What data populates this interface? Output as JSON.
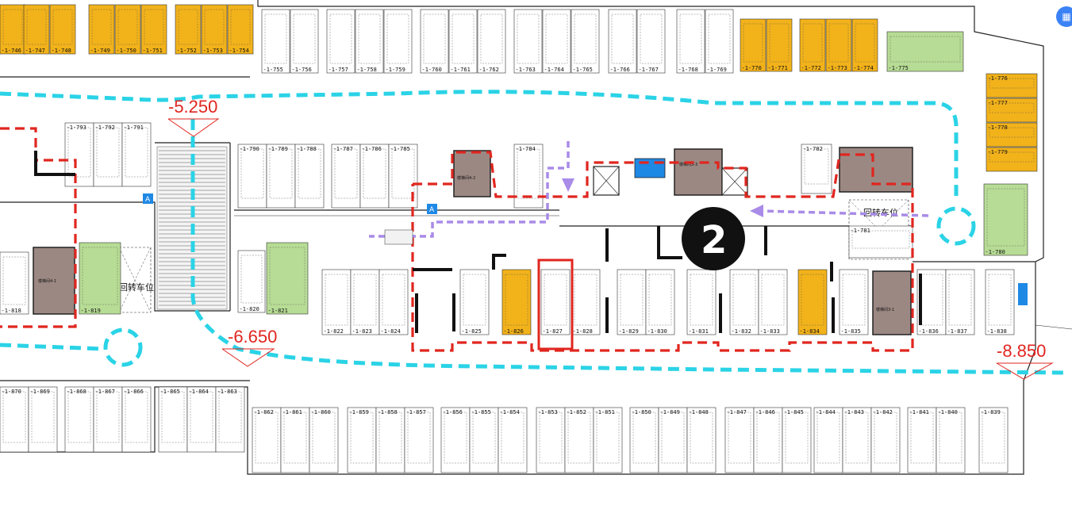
{
  "map": {
    "zone_number": "2",
    "elevations": [
      "-5.250",
      "-6.650",
      "-8.850"
    ],
    "zone_labels": {
      "turnaround_left": "回转车位",
      "turnaround_right": "回转车位"
    },
    "icons": [
      "accessible-parking-icon",
      "accessible-marker-icon"
    ],
    "colors": {
      "ordinary_space": "#ffffff",
      "sub_space": "#f2b21a",
      "accessible_space": "#b7dc95",
      "core": "#9c8883",
      "route_cyan": "#2bd3e6",
      "boundary_red": "#e0261f",
      "highlight_red": "#e0261f",
      "flow_purple": "#a98be8",
      "zone_badge": "#111111"
    },
    "highlighted_space": "-1-827",
    "rows": {
      "top_left_orange": [
        "-1-746",
        "-1-747",
        "-1-748",
        "-1-749",
        "-1-750",
        "-1-751",
        "-1-752",
        "-1-753",
        "-1-754"
      ],
      "top_white": [
        "-1-755",
        "-1-756",
        "-1-757",
        "-1-758",
        "-1-759",
        "-1-760",
        "-1-761",
        "-1-762",
        "-1-763",
        "-1-764",
        "-1-765",
        "-1-766",
        "-1-767",
        "-1-768",
        "-1-769"
      ],
      "top_right_orange": [
        "-1-770",
        "-1-771",
        "-1-772",
        "-1-773",
        "-1-774"
      ],
      "top_right_green": "-1-775",
      "right_column_orange": [
        "-1-776",
        "-1-777",
        "-1-778",
        "-1-779"
      ],
      "right_green": "-1-780",
      "right_misc": [
        "-1-781",
        "-1-782"
      ],
      "upper_left_white": [
        "-1-793",
        "-1-792",
        "-1-791"
      ],
      "upper_mid_white": [
        "-1-790",
        "-1-789",
        "-1-788",
        "-1-787",
        "-1-786",
        "-1-785"
      ],
      "upper_784": "-1-784",
      "left_misc": [
        "-1-818",
        "-1-819",
        "-1-820",
        "-1-821"
      ],
      "middle_row": [
        "-1-822",
        "-1-823",
        "-1-824",
        "-1-825",
        "-1-826",
        "-1-827",
        "-1-828",
        "-1-829",
        "-1-830",
        "-1-831",
        "-1-832",
        "-1-833",
        "-1-834",
        "-1-835",
        "-1-836",
        "-1-837",
        "-1-838"
      ],
      "bottom_left": [
        "-1-870",
        "-1-869",
        "-1-868",
        "-1-867",
        "-1-866",
        "-1-865",
        "-1-864",
        "-1-863"
      ],
      "bottom_row": [
        "-1-862",
        "-1-861",
        "-1-860",
        "-1-859",
        "-1-858",
        "-1-857",
        "-1-856",
        "-1-855",
        "-1-854",
        "-1-853",
        "-1-852",
        "-1-851",
        "-1-850",
        "-1-849",
        "-1-848",
        "-1-847",
        "-1-846",
        "-1-845",
        "-1-844",
        "-1-843",
        "-1-842",
        "-1-841",
        "-1-840",
        "-1-839"
      ]
    },
    "core_labels": {
      "core_4_1": "楼梯间4-1",
      "core_4_2": "楼梯间4-2",
      "core_3_3": "楼梯间3-3",
      "core_3_1": "楼梯间3-1"
    },
    "accessible_marker": "A",
    "corner_button_icon": "grid-icon"
  }
}
